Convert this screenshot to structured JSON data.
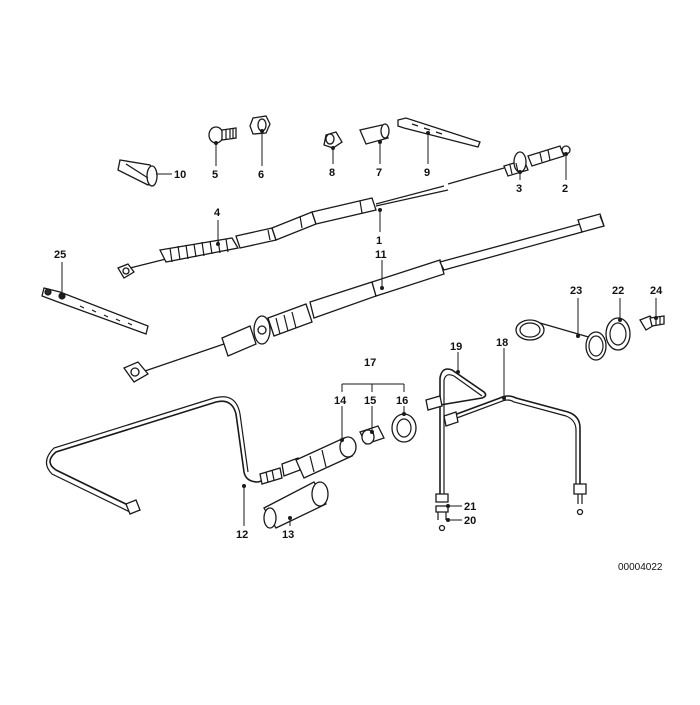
{
  "callouts": {
    "c1": "1",
    "c2": "2",
    "c3": "3",
    "c4": "4",
    "c5": "5",
    "c6": "6",
    "c7": "7",
    "c8": "8",
    "c9": "9",
    "c10": "10",
    "c11": "11",
    "c12": "12",
    "c13": "13",
    "c14": "14",
    "c15": "15",
    "c16": "16",
    "c17": "17",
    "c18": "18",
    "c19": "19",
    "c20": "20",
    "c21": "21",
    "c22": "22",
    "c23": "23",
    "c24": "24",
    "c25": "25"
  },
  "document_number": "00004022",
  "colors": {
    "line": "#1a1a1a",
    "background": "#ffffff"
  }
}
